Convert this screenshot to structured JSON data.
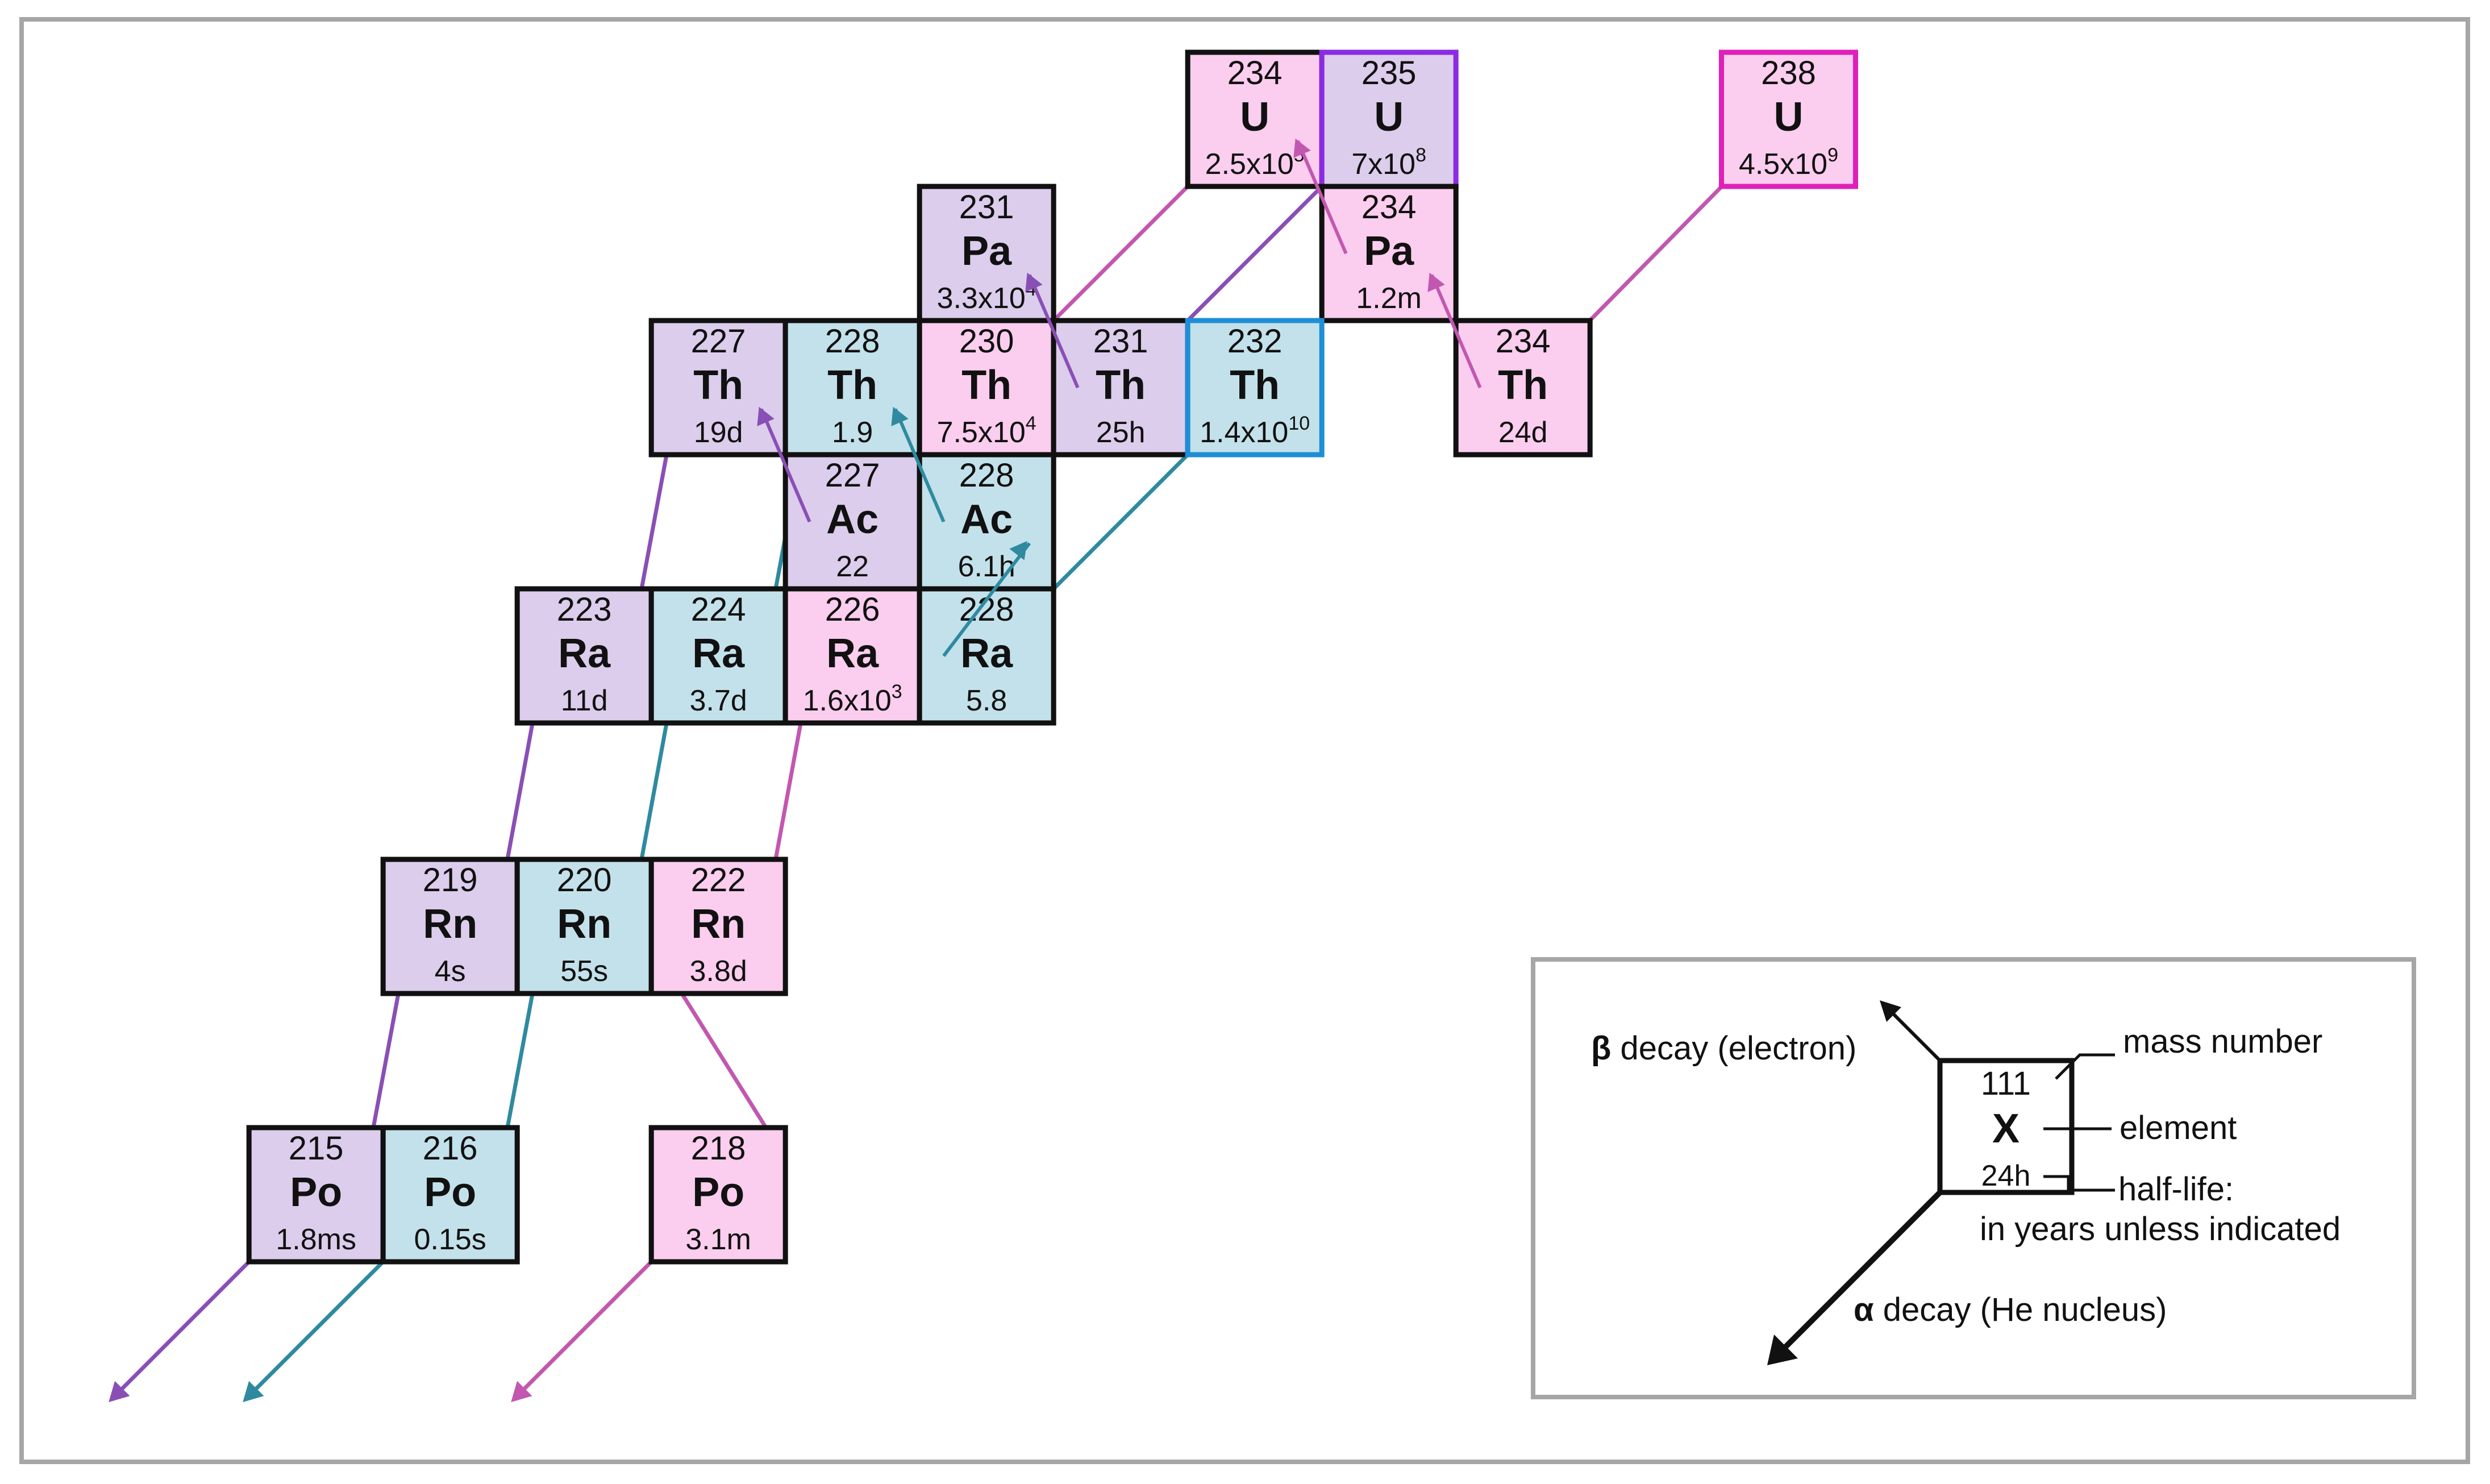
{
  "colors": {
    "purple_fill": "#dccdec",
    "blue_fill": "#c3e1ea",
    "pink_fill": "#fbcdee",
    "purple_line": "#8a4fb5",
    "blue_line": "#2f8aa0",
    "pink_line": "#c257b0",
    "u235_border": "#8b2be2",
    "th232_border": "#1e8fd6",
    "u238_border": "#e020b8",
    "frame": "#a6a6a6"
  },
  "nuclides": [
    {
      "id": "u234",
      "mass": "234",
      "element": "U",
      "half_base": "2.5x10",
      "half_exp": "5",
      "series": "pink",
      "border": "default"
    },
    {
      "id": "u235",
      "mass": "235",
      "element": "U",
      "half_base": "7x10",
      "half_exp": "8",
      "series": "purple",
      "border": "u235"
    },
    {
      "id": "u238",
      "mass": "238",
      "element": "U",
      "half_base": "4.5x10",
      "half_exp": "9",
      "series": "pink",
      "border": "u238"
    },
    {
      "id": "pa231",
      "mass": "231",
      "element": "Pa",
      "half_base": "3.3x10",
      "half_exp": "4",
      "series": "purple",
      "border": "default"
    },
    {
      "id": "pa234",
      "mass": "234",
      "element": "Pa",
      "half_base": "1.2m",
      "half_exp": "",
      "series": "pink",
      "border": "default"
    },
    {
      "id": "th227",
      "mass": "227",
      "element": "Th",
      "half_base": "19d",
      "half_exp": "",
      "series": "purple",
      "border": "default"
    },
    {
      "id": "th228",
      "mass": "228",
      "element": "Th",
      "half_base": "1.9",
      "half_exp": "",
      "series": "blue",
      "border": "default"
    },
    {
      "id": "th230",
      "mass": "230",
      "element": "Th",
      "half_base": "7.5x10",
      "half_exp": "4",
      "series": "pink",
      "border": "default"
    },
    {
      "id": "th231",
      "mass": "231",
      "element": "Th",
      "half_base": "25h",
      "half_exp": "",
      "series": "purple",
      "border": "default"
    },
    {
      "id": "th232",
      "mass": "232",
      "element": "Th",
      "half_base": "1.4x10",
      "half_exp": "10",
      "series": "blue",
      "border": "th232"
    },
    {
      "id": "th234",
      "mass": "234",
      "element": "Th",
      "half_base": "24d",
      "half_exp": "",
      "series": "pink",
      "border": "default"
    },
    {
      "id": "ac227",
      "mass": "227",
      "element": "Ac",
      "half_base": "22",
      "half_exp": "",
      "series": "purple",
      "border": "default"
    },
    {
      "id": "ac228",
      "mass": "228",
      "element": "Ac",
      "half_base": "6.1h",
      "half_exp": "",
      "series": "blue",
      "border": "default"
    },
    {
      "id": "ra223",
      "mass": "223",
      "element": "Ra",
      "half_base": "11d",
      "half_exp": "",
      "series": "purple",
      "border": "default"
    },
    {
      "id": "ra224",
      "mass": "224",
      "element": "Ra",
      "half_base": "3.7d",
      "half_exp": "",
      "series": "blue",
      "border": "default"
    },
    {
      "id": "ra226",
      "mass": "226",
      "element": "Ra",
      "half_base": "1.6x10",
      "half_exp": "3",
      "series": "pink",
      "border": "default"
    },
    {
      "id": "ra228",
      "mass": "228",
      "element": "Ra",
      "half_base": "5.8",
      "half_exp": "",
      "series": "blue",
      "border": "default"
    },
    {
      "id": "rn219",
      "mass": "219",
      "element": "Rn",
      "half_base": "4s",
      "half_exp": "",
      "series": "purple",
      "border": "default"
    },
    {
      "id": "rn220",
      "mass": "220",
      "element": "Rn",
      "half_base": "55s",
      "half_exp": "",
      "series": "blue",
      "border": "default"
    },
    {
      "id": "rn222",
      "mass": "222",
      "element": "Rn",
      "half_base": "3.8d",
      "half_exp": "",
      "series": "pink",
      "border": "default"
    },
    {
      "id": "po215",
      "mass": "215",
      "element": "Po",
      "half_base": "1.8ms",
      "half_exp": "",
      "series": "purple",
      "border": "default"
    },
    {
      "id": "po216",
      "mass": "216",
      "element": "Po",
      "half_base": "0.15s",
      "half_exp": "",
      "series": "blue",
      "border": "default"
    },
    {
      "id": "po218",
      "mass": "218",
      "element": "Po",
      "half_base": "3.1m",
      "half_exp": "",
      "series": "pink",
      "border": "default"
    }
  ],
  "alpha_decays": [
    {
      "from": "u238",
      "to": "th234",
      "series": "pink"
    },
    {
      "from": "u234",
      "to": "th230",
      "series": "pink"
    },
    {
      "from": "th230",
      "to": "ra226",
      "series": "pink"
    },
    {
      "from": "ra226",
      "to": "rn222",
      "series": "pink"
    },
    {
      "from": "rn222",
      "to": "po218",
      "series": "pink"
    },
    {
      "from": "po218",
      "to": "offscreen",
      "series": "pink"
    },
    {
      "from": "u235",
      "to": "th231",
      "series": "purple"
    },
    {
      "from": "pa231",
      "to": "ac227",
      "series": "purple"
    },
    {
      "from": "th227",
      "to": "ra223",
      "series": "purple"
    },
    {
      "from": "ra223",
      "to": "rn219",
      "series": "purple"
    },
    {
      "from": "rn219",
      "to": "po215",
      "series": "purple"
    },
    {
      "from": "po215",
      "to": "offscreen",
      "series": "purple"
    },
    {
      "from": "th232",
      "to": "ra228",
      "series": "blue"
    },
    {
      "from": "th228",
      "to": "ra224",
      "series": "blue"
    },
    {
      "from": "ra224",
      "to": "rn220",
      "series": "blue"
    },
    {
      "from": "rn220",
      "to": "po216",
      "series": "blue"
    },
    {
      "from": "po216",
      "to": "offscreen",
      "series": "blue"
    }
  ],
  "beta_decays": [
    {
      "from": "th234",
      "to": "pa234",
      "series": "pink"
    },
    {
      "from": "pa234",
      "to": "u234",
      "series": "pink"
    },
    {
      "from": "th231",
      "to": "pa231",
      "series": "purple"
    },
    {
      "from": "ac227",
      "to": "th227",
      "series": "purple"
    },
    {
      "from": "ra228",
      "to": "ac228",
      "series": "blue"
    },
    {
      "from": "ac228",
      "to": "th228",
      "series": "blue"
    }
  ],
  "legend": {
    "beta_symbol": "β",
    "beta_text": " decay (electron)",
    "mass_label": "mass number",
    "element_label": "element",
    "halflife_label_1": "half-life:",
    "halflife_label_2": "in years unless indicated",
    "alpha_symbol": "α",
    "alpha_text": " decay (He nucleus)",
    "example_mass": "111",
    "example_element": "X",
    "example_halflife": "24h"
  }
}
